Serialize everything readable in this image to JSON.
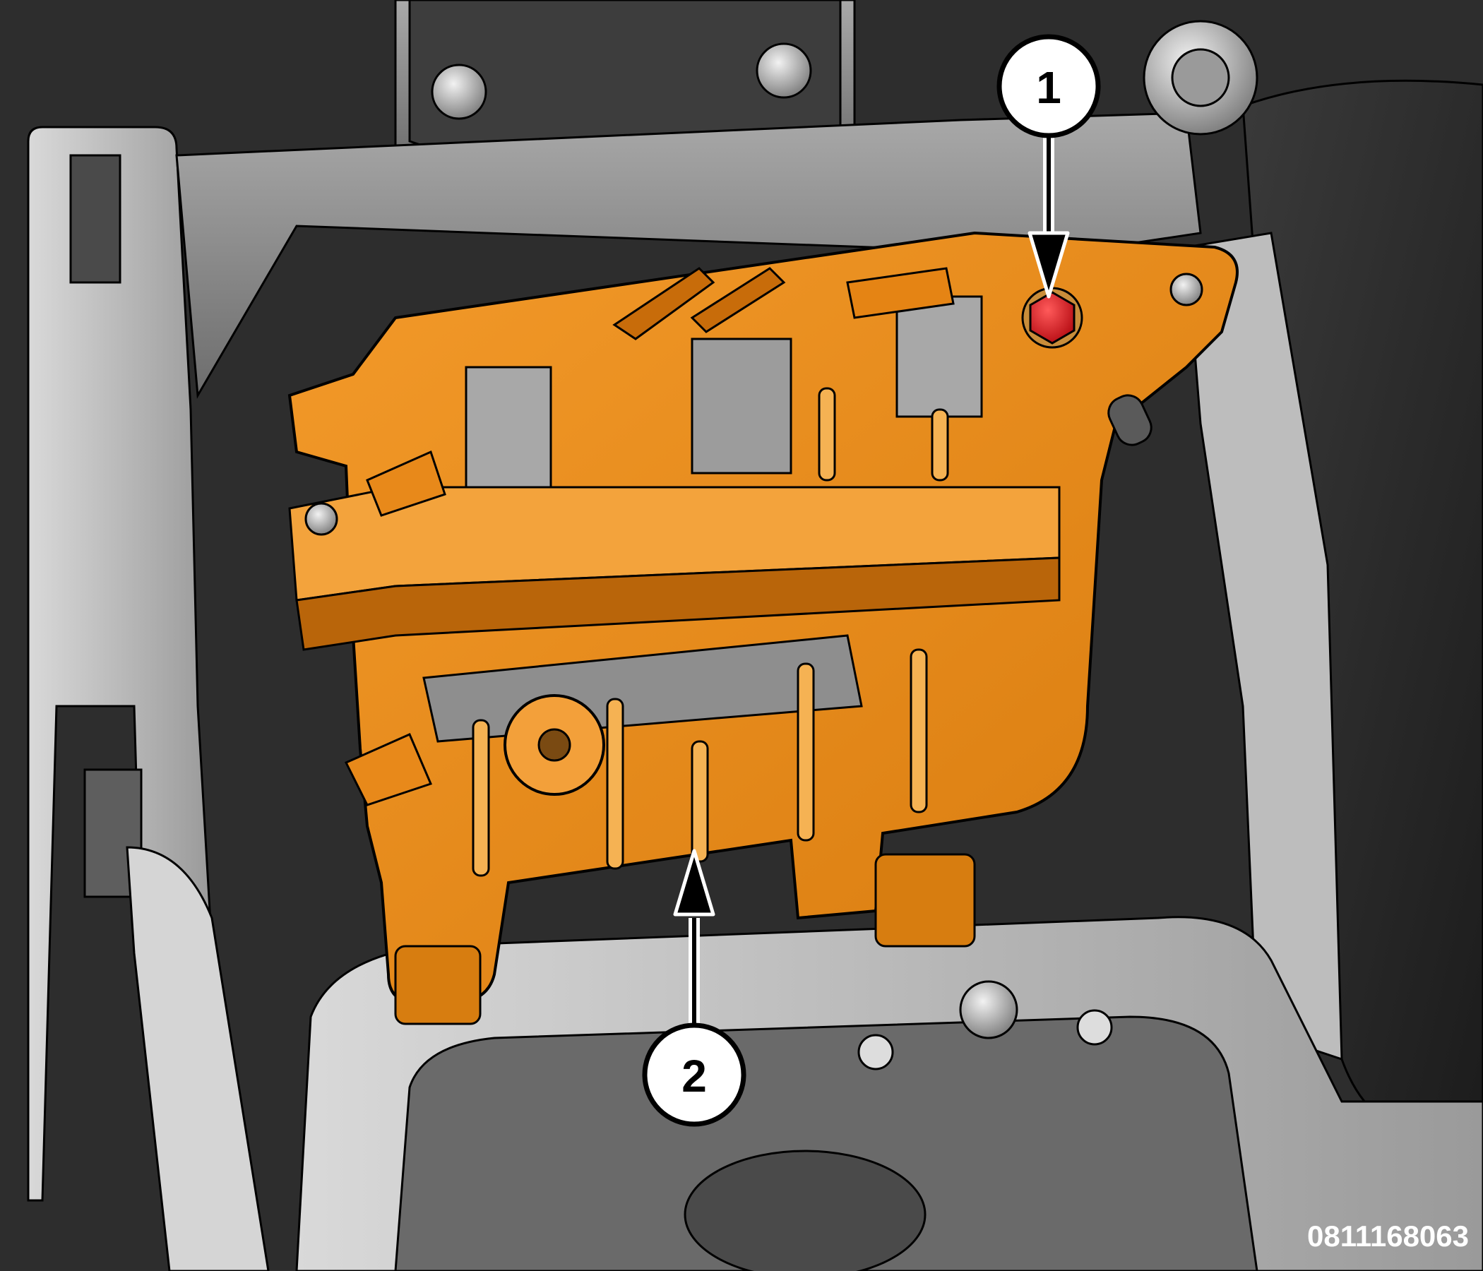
{
  "figure": {
    "colors": {
      "bracket": "#e8891a",
      "bracket_shadow": "#a65a08",
      "fastener": "#e3121b",
      "background_dark": "#2b2b2b",
      "background_mid": "#8c8c8c",
      "background_light": "#c9c9c9"
    },
    "callouts": [
      {
        "label": "1"
      },
      {
        "label": "2"
      }
    ],
    "figure_id": "0811168063"
  }
}
